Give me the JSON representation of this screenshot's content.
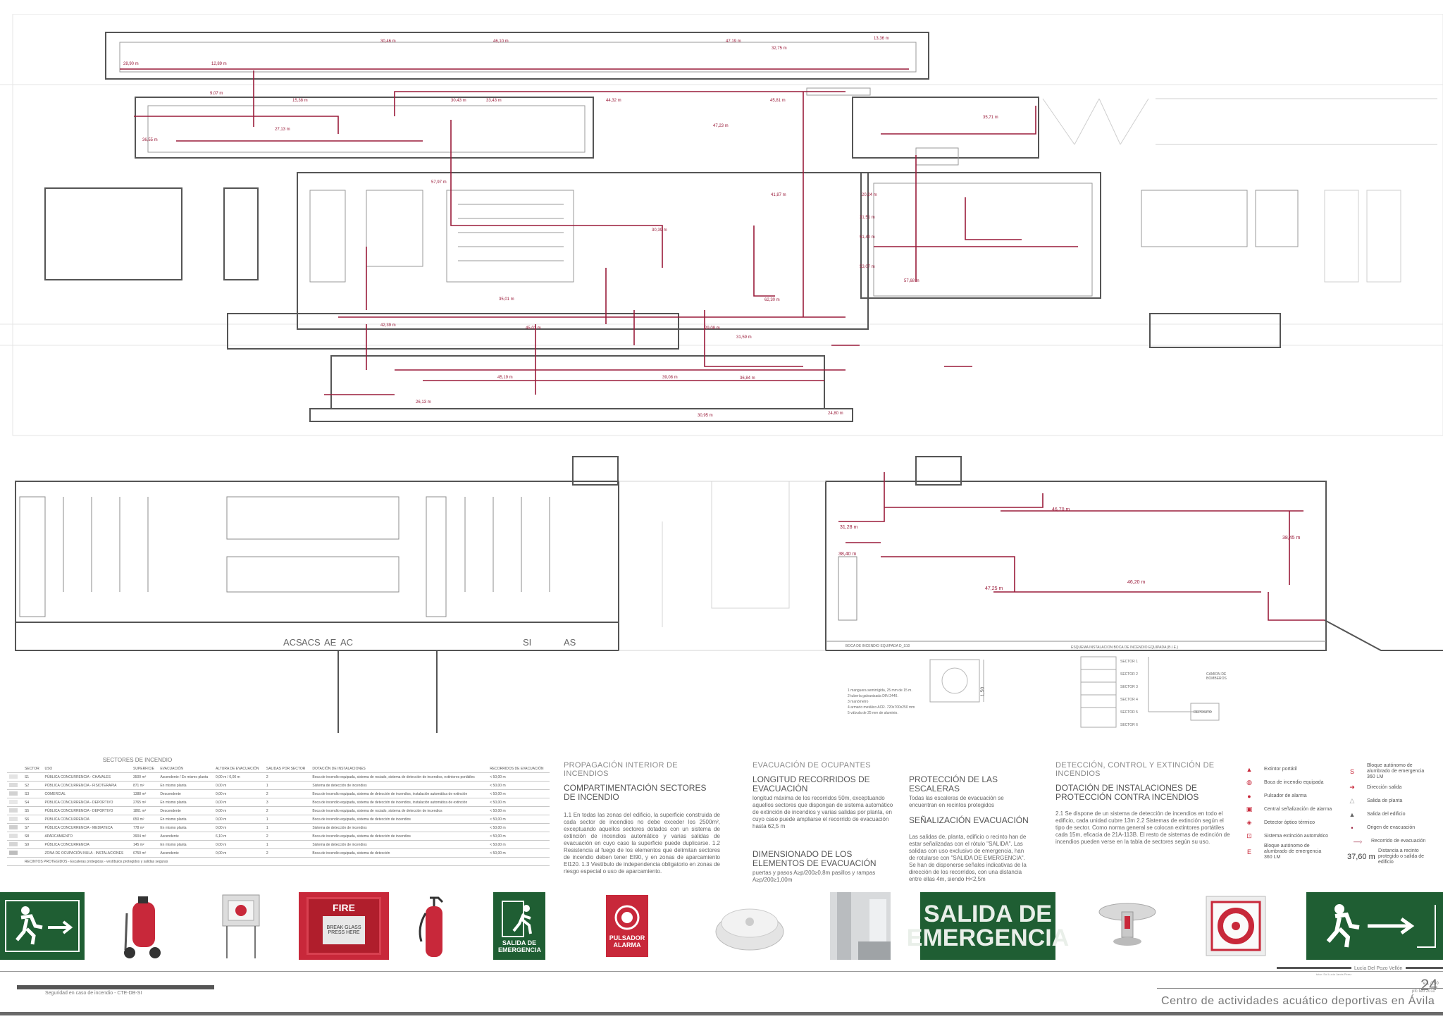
{
  "plan_upper": {
    "distances": [
      "28,90 m",
      "12,89 m",
      "30,46 m",
      "46,10 m",
      "47,19 m",
      "13,36 m",
      "32,75 m",
      "9,07 m",
      "30,43 m",
      "15,38 m",
      "33,43 m",
      "44,32 m",
      "45,81 m",
      "35,71 m",
      "36,55 m",
      "27,13 m",
      "47,23 m",
      "57,97 m",
      "41,87 m",
      "20,24 m",
      "31,51 m",
      "30,39 m",
      "51,40 m",
      "57,68 m",
      "53,07 m",
      "62,30 m",
      "35,01 m",
      "42,39 m",
      "45,01 m",
      "29,08 m",
      "31,59 m",
      "36,84 m",
      "30,95 m",
      "24,80 m",
      "45,19 m",
      "39,08 m",
      "26,13 m"
    ]
  },
  "plan_lower": {
    "room_labels": [
      "ACS",
      "ACS",
      "AE",
      "AC",
      "SI",
      "AS"
    ],
    "distances": [
      "46,70 m",
      "31,28 m",
      "38,40 m",
      "38,45 m",
      "47,25 m",
      "46,20 m"
    ]
  },
  "details": {
    "bie_title": "BOCA DE INCENDIO EQUIPADA D_S10",
    "bie_items": [
      "1  manguera semirrígida, 25 mm de 15 m.",
      "2  tubería galvanizada DIN 2440.",
      "3  manómetro",
      "4  armario metálico ACR. 720x700x250 mm",
      "5  válvula de 25 mm de aluminio."
    ],
    "bie_dim": "1,50",
    "scheme_title": "ESQUEMA INSTALACION BOCA DE INCENDIO EQUIPADA (B.I.E.)",
    "scheme_labels": [
      "SECTOR 1",
      "SECTOR 2",
      "SECTOR 3",
      "SECTOR 4",
      "SECTOR 5",
      "SECTOR 6"
    ],
    "scheme_extra": [
      "CAMION DE BOMBEROS",
      "DEPOSITO"
    ]
  },
  "sectors": {
    "title": "SECTORES DE INCENDIO",
    "headers": [
      "SECTOR",
      "USO",
      "SUPERFICIE",
      "EVACUACIÓN",
      "ALTURA DE EVACUACIÓN",
      "SALIDAS POR SECTOR",
      "DOTACIÓN DE INSTALACIONES",
      "RECORRIDOS DE EVACUACIÓN"
    ],
    "rows": [
      [
        "S1",
        "PÚBLICA CONCURRENCIA - CHAVALES",
        "3500 m²",
        "Ascendente / En mismo planta",
        "0,00 m / 0,00 m",
        "2",
        "Boca de incendio equipada, sistema de rociado, sistema de detección de incendios, extintores portátiles",
        "< 50,00 m"
      ],
      [
        "S2",
        "PÚBLICA CONCURRENCIA - FISIOTERAPIA",
        "871 m²",
        "En mismo planta",
        "0,00 m",
        "1",
        "Sistema de detección de incendios",
        "< 50,00 m"
      ],
      [
        "S3",
        "COMERCIAL",
        "1388 m²",
        "Descendente",
        "0,00 m",
        "2",
        "Boca de incendio equipada, sistema de detección de incendios, instalación automática de extinción",
        "< 50,00 m"
      ],
      [
        "S4",
        "PÚBLICA CONCURRENCIA - DEPORTIVO",
        "2765 m²",
        "En mismo planta",
        "0,00 m",
        "3",
        "Boca de incendio equipada, sistema de detección de incendios, instalación automática de extinción",
        "< 50,00 m"
      ],
      [
        "S5",
        "PÚBLICA CONCURRENCIA - DEPORTIVO",
        "1861 m²",
        "Descendente",
        "0,00 m",
        "2",
        "Boca de incendio equipada, sistema de rociado, sistema de detección de incendios",
        "< 50,00 m"
      ],
      [
        "S6",
        "PÚBLICA CONCURRENCIA",
        "650 m²",
        "En mismo planta",
        "0,00 m",
        "1",
        "Boca de incendio equipada, sistema de detección de incendios",
        "< 50,00 m"
      ],
      [
        "S7",
        "PÚBLICA CONCURRENCIA - MEDIATECA",
        "778 m²",
        "En mismo planta",
        "0,00 m",
        "1",
        "Sistema de detección de incendios",
        "< 50,00 m"
      ],
      [
        "S8",
        "APARCAMIENTO",
        "3904 m²",
        "Ascendente",
        "6,10 m",
        "2",
        "Boca de incendio equipada, sistema de detección de incendios",
        "< 50,00 m"
      ],
      [
        "S9",
        "PÚBLICA CONCURRENCIA",
        "145 m²",
        "En mismo planta",
        "0,00 m",
        "1",
        "Sistema de detección de incendios",
        "< 50,00 m"
      ],
      [
        "",
        "ZONA DE OCUPACIÓN NULA - INSTALACIONES",
        "6750 m²",
        "Ascendente",
        "0,00 m",
        "2",
        "Boca de incendio equipada, sistema de detección",
        "< 50,00 m"
      ]
    ],
    "note": "RECINTOS PROTEGIDOS - Escaleras protegidas - vestíbulos protegidos y salidas seguras"
  },
  "propagacion": {
    "title": "PROPAGACIÓN INTERIOR DE INCENDIOS",
    "subtitle": "COMPARTIMENTACIÓN SECTORES DE INCENDIO",
    "body": "1.1 En todas las zonas del edificio, la superficie construida de cada sector de incendios no debe exceder los 2500m², exceptuando aquellos sectores dotados con un sistema de extinción de incendios automático y varias salidas de evacuación en cuyo caso la superficie puede duplicarse. 1.2 Resistencia al fuego de los elementos que delimitan sectores de incendio deben tener EI90, y en zonas de aparcamiento EI120. 1.3 Vestíbulo de independencia obligatorio en zonas de riesgo especial o uso de aparcamiento."
  },
  "evacuacion": {
    "title": "EVACUACIÓN DE OCUPANTES",
    "sub1": "LONGITUD RECORRIDOS DE EVACUACIÓN",
    "body1": "longitud máxima de los recorridos 50m, exceptuando aquellos sectores que dispongan de sistema automático de extinción de incendios y varias salidas por planta, en cuyo caso puede ampliarse el recorrido de evacuación hasta 62,5 m",
    "sub2": "DIMENSIONADO DE LOS ELEMENTOS DE EVACUACIÓN",
    "body2": "puertas y pasos A≥p/200≥0,8m pasillos y rampas A≥p/200≥1,00m",
    "sub3": "PROTECCIÓN DE LAS ESCALERAS",
    "body3": "Todas las escaleras de evacuación se encuentran en recintos protegidos",
    "sub4": "SEÑALIZACIÓN EVACUACIÓN",
    "body4": "Las salidas de, planta, edificio o recinto han de estar señalizadas con el rótulo \"SALIDA\". Las salidas con uso exclusivo de emergencia, han de rotularse con \"SALIDA DE EMERGENCIA\". Se han de disponerse señales indicativas de la dirección de los recorridos, con una distancia entre ellas 4m, siendo H<2,5m"
  },
  "deteccion": {
    "title": "DETECCIÓN, CONTROL Y EXTINCIÓN DE INCENDIOS",
    "sub": "DOTACIÓN DE INSTALACIONES DE PROTECCIÓN CONTRA INCENDIOS",
    "body": "2.1 Se dispone de un sistema de detección de incendios en todo el edificio, cada unidad cubre 13m 2.2 Sistemas de extinción según el tipo de sector. Como norma general se colocan extintores portátiles cada 15m, eficacia de 21A-113B. El resto de sistemas de extinción de incendios pueden verse en la tabla de sectores según su uso."
  },
  "symbols": {
    "col1": [
      "Extintor portátil",
      "Boca de incendio equipada",
      "Pulsador de alarma",
      "Central señalización de alarma",
      "Detector óptico térmico",
      "Sistema extinción automático",
      "Bloque autónomo de alumbrado de emergencia 360 LM"
    ],
    "col2": [
      "Bloque autónomo de alumbrado de emergencia 360 LM",
      "Dirección salida",
      "Salida de planta",
      "Salida del edificio",
      "Origen de evacuación",
      "Recorrido de evacuación",
      "Distancia a recinto protegido o salida de edificio"
    ],
    "distance_example": "37,60 m"
  },
  "photos": {
    "exit_sign_text": "SALIDA DE EMERGENCIA",
    "fire_alarm_text": "FIRE",
    "fire_alarm_sub": "BREAK GLASS PRESS HERE",
    "pulsador_text": "PULSADOR ALARMA",
    "big_sign_line1": "SALIDA DE",
    "big_sign_line2": "EMERGENCIA"
  },
  "footer": {
    "author": "Lucía Del Pozo Vellón",
    "author_sub": "tutor: Sol Lucía Janés Pérez",
    "subject": "Seguridad en caso de incendio - CTE-DB-SI",
    "scale": "e 1 /250",
    "date": "pfc  feb  2011",
    "page": "24",
    "project": "Centro de actividades acuático deportivas en Ávila"
  },
  "colors": {
    "route": "#9a1c3a",
    "line": "#555555",
    "light": "#bcbcbc",
    "green": "#1f5e33",
    "red": "#c8283a"
  }
}
